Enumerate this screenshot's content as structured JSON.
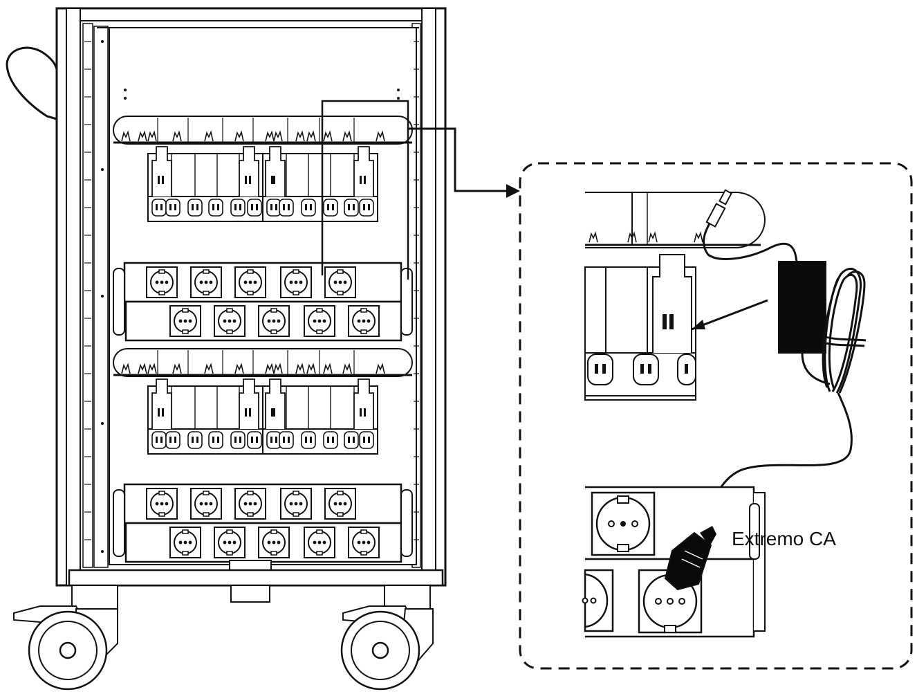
{
  "callout": {
    "label": "Extremo CA"
  },
  "colors": {
    "ink": "#111111",
    "paper": "#ffffff",
    "adapter": "#0a0a0a"
  },
  "cart": {
    "upper_power_strip": {
      "top_row_sockets": 5,
      "bottom_row_sockets": 5
    },
    "lower_power_strip": {
      "top_row_sockets": 5,
      "bottom_row_sockets": 5
    },
    "device_slot_groups": 2,
    "casters": 2
  }
}
